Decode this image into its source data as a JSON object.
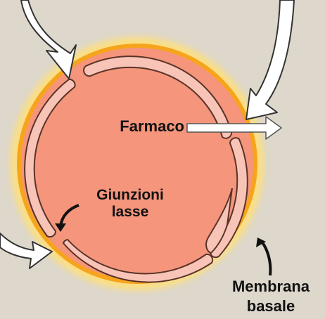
{
  "labels": {
    "drug": "Farmaco",
    "junctions_line1": "Giunzioni",
    "junctions_line2": "lasse",
    "membrane_line1": "Membrana",
    "membrane_line2": "basale"
  },
  "colors": {
    "background": "#ddd7cc",
    "lumen": "#f4957c",
    "endothelial_cell": "#f8c4b7",
    "cell_outline": "#5a3328",
    "basement_membrane": "#f7a41d",
    "membrane_glow": "#ffe07a",
    "arrow_fill": "#ffffff",
    "arrow_outline": "#333333",
    "text": "#111111"
  }
}
